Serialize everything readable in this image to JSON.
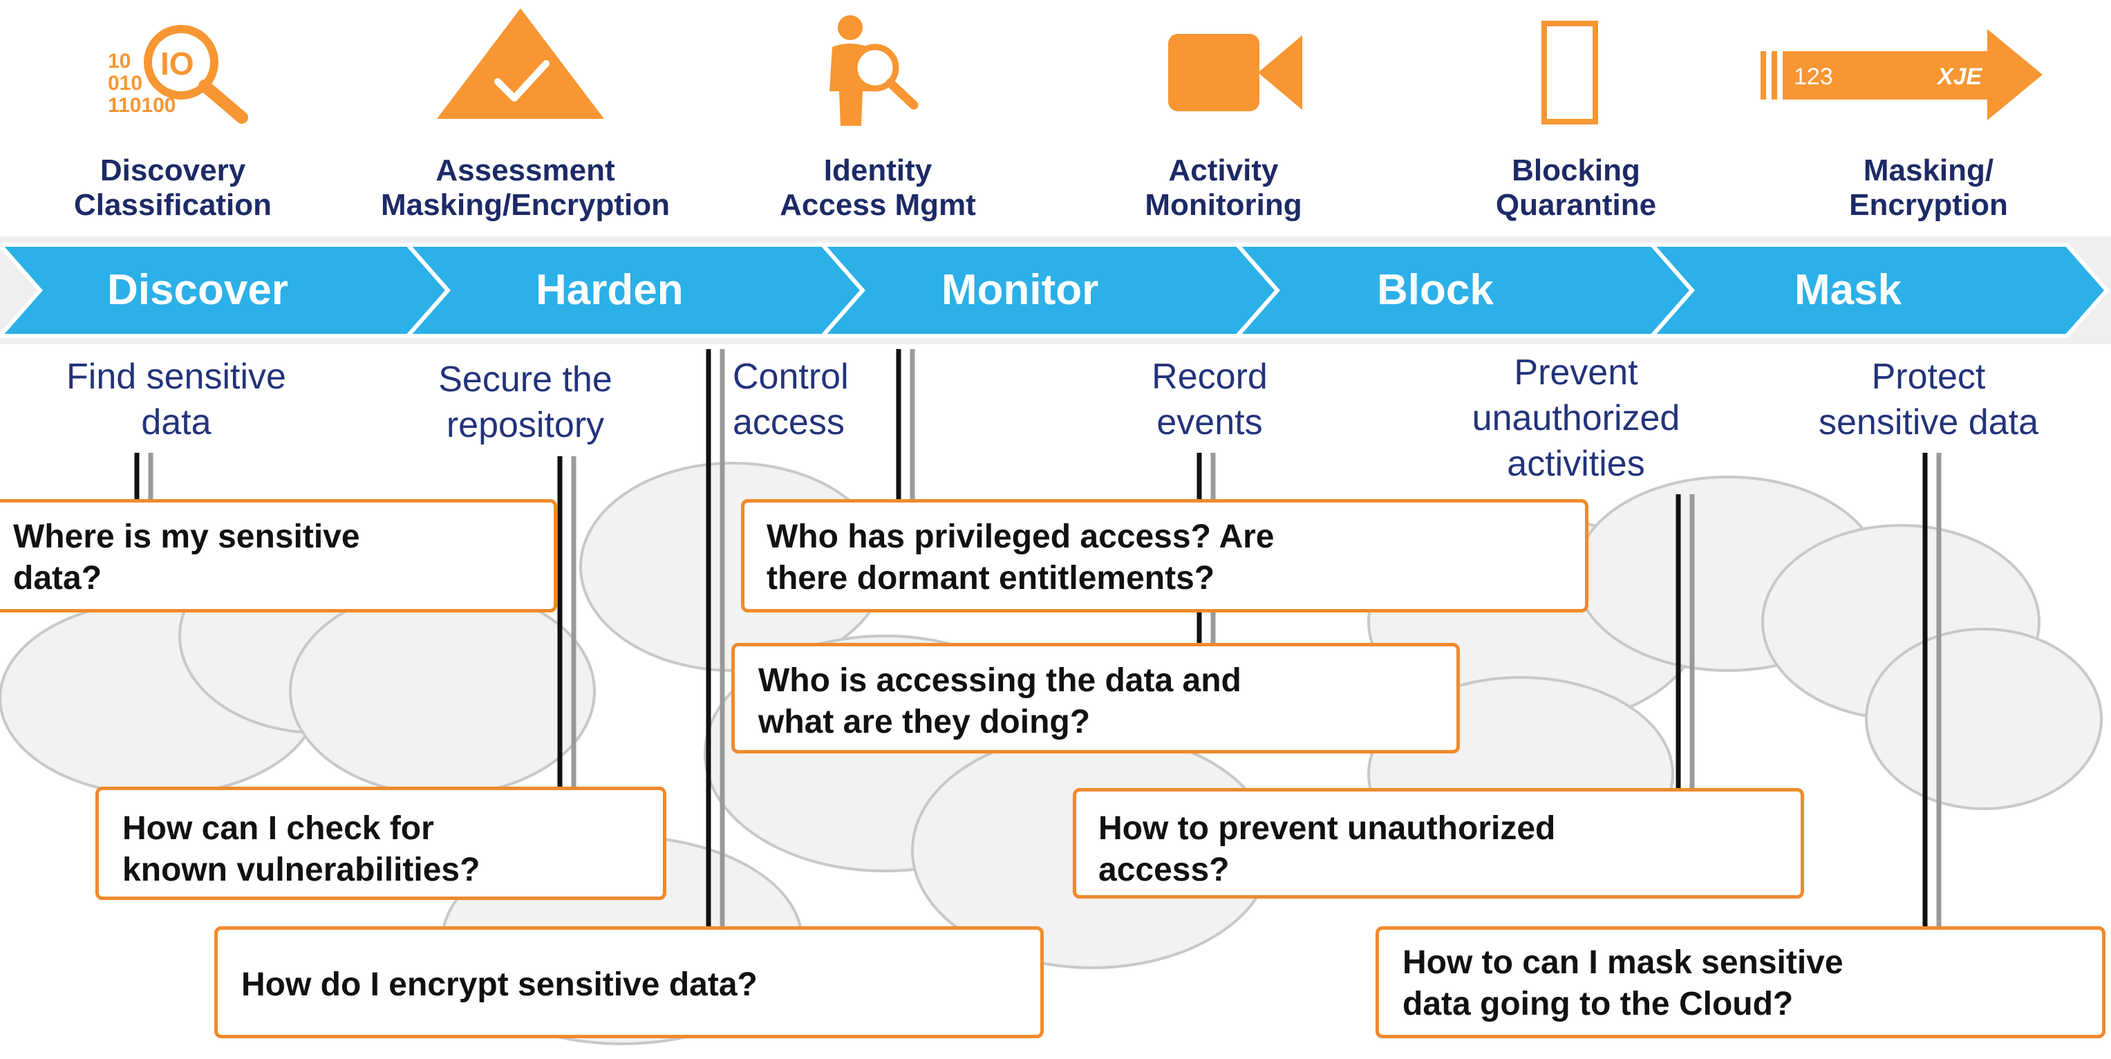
{
  "colors": {
    "accent_orange": "#f79632",
    "callout_border": "#f08a2b",
    "band_blue": "#2bb0e8",
    "caption_navy": "#1d2a66",
    "cloud_fill": "#f2f2f2",
    "cloud_stroke": "#c8c8c8"
  },
  "icons": [
    {
      "name": "binary-magnifier-icon",
      "binary_text": [
        "10",
        "010",
        "110100"
      ],
      "lens_text": "IO"
    },
    {
      "name": "triangle-check-icon"
    },
    {
      "name": "person-magnifier-icon"
    },
    {
      "name": "video-camera-icon"
    },
    {
      "name": "blocking-bar-icon"
    },
    {
      "name": "masking-arrow-icon",
      "left_text": "123",
      "right_text": "XJE"
    }
  ],
  "captions": [
    {
      "line1": "Discovery",
      "line2": "Classification"
    },
    {
      "line1": "Assessment",
      "line2": "Masking/Encryption"
    },
    {
      "line1": "Identity",
      "line2": "Access Mgmt"
    },
    {
      "line1": "Activity",
      "line2": "Monitoring"
    },
    {
      "line1": "Blocking",
      "line2": "Quarantine"
    },
    {
      "line1": "Masking/",
      "line2": "Encryption"
    }
  ],
  "steps": [
    "Discover",
    "Harden",
    "Monitor",
    "Block",
    "Mask"
  ],
  "descriptions": [
    {
      "line1": "Find sensitive",
      "line2": "data",
      "line3": ""
    },
    {
      "line1": "Secure the",
      "line2": "repository",
      "line3": ""
    },
    {
      "line1": "Control",
      "line2": "access",
      "line3": ""
    },
    {
      "line1": "Record",
      "line2": "events",
      "line3": ""
    },
    {
      "line1": "Prevent",
      "line2": "unauthorized",
      "line3": "activities"
    },
    {
      "line1": "Protect",
      "line2": "sensitive data",
      "line3": ""
    }
  ],
  "questions": [
    {
      "line1": "Where is my sensitive",
      "line2": "data?"
    },
    {
      "line1": "Who has privileged access? Are",
      "line2": "there dormant entitlements?"
    },
    {
      "line1": "Who is accessing the data and",
      "line2": "what are they doing?"
    },
    {
      "line1": "How can I check for",
      "line2": "known vulnerabilities?"
    },
    {
      "line1": "How to prevent unauthorized",
      "line2": "access?"
    },
    {
      "line1": "How do I encrypt sensitive data?",
      "line2": ""
    },
    {
      "line1": "How to can I mask sensitive",
      "line2": "data going to the Cloud?"
    }
  ]
}
